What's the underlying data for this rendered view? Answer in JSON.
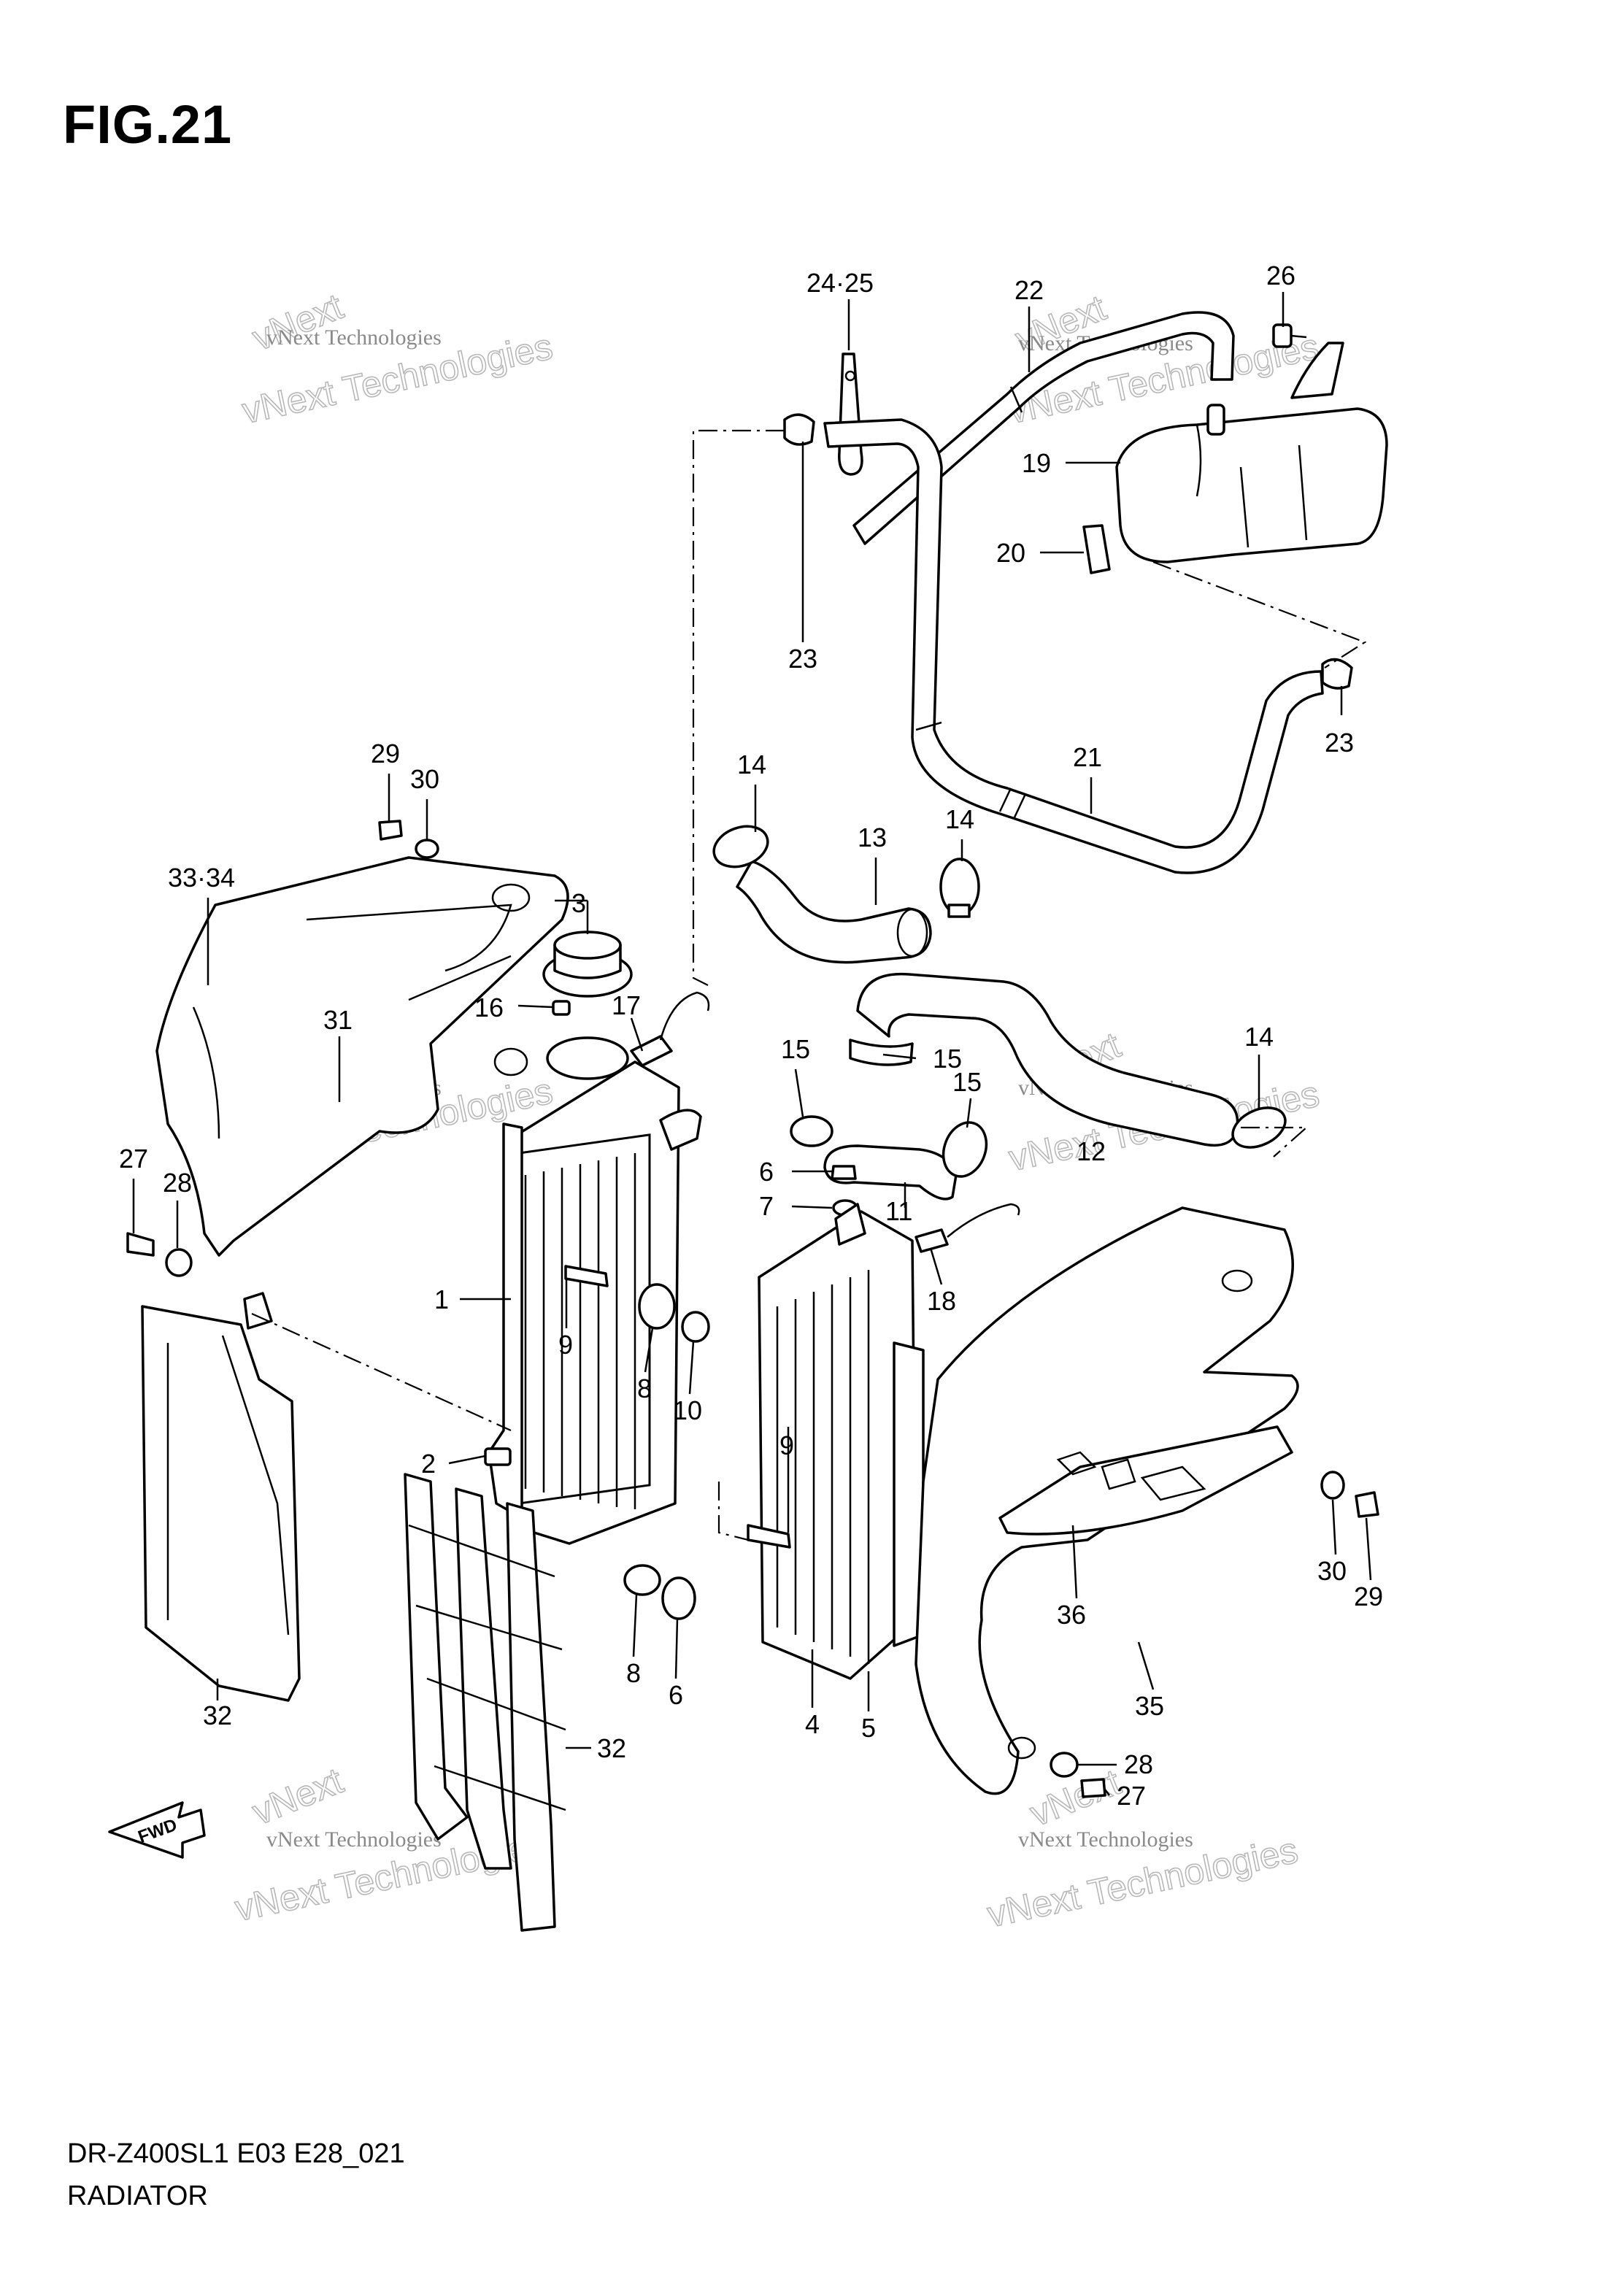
{
  "figure": {
    "title": "FIG.21",
    "diagram_code": "DR-Z400SL1 E03 E28_021",
    "caption": "RADIATOR"
  },
  "watermarks": [
    {
      "line1": "vNext Technologies",
      "line2": "vNext Technologies"
    }
  ],
  "fwd_arrow_label": "FWD",
  "callouts": [
    "24·25",
    "22",
    "26",
    "19",
    "20",
    "23",
    "23",
    "21",
    "14",
    "13",
    "14",
    "29",
    "30",
    "33·34",
    "3",
    "16",
    "17",
    "15",
    "15",
    "31",
    "15",
    "12",
    "14",
    "27",
    "28",
    "6",
    "7",
    "11",
    "1",
    "18",
    "9",
    "8",
    "10",
    "2",
    "9",
    "32",
    "8",
    "6",
    "4",
    "5",
    "36",
    "30",
    "29",
    "35",
    "28",
    "27",
    "32"
  ]
}
